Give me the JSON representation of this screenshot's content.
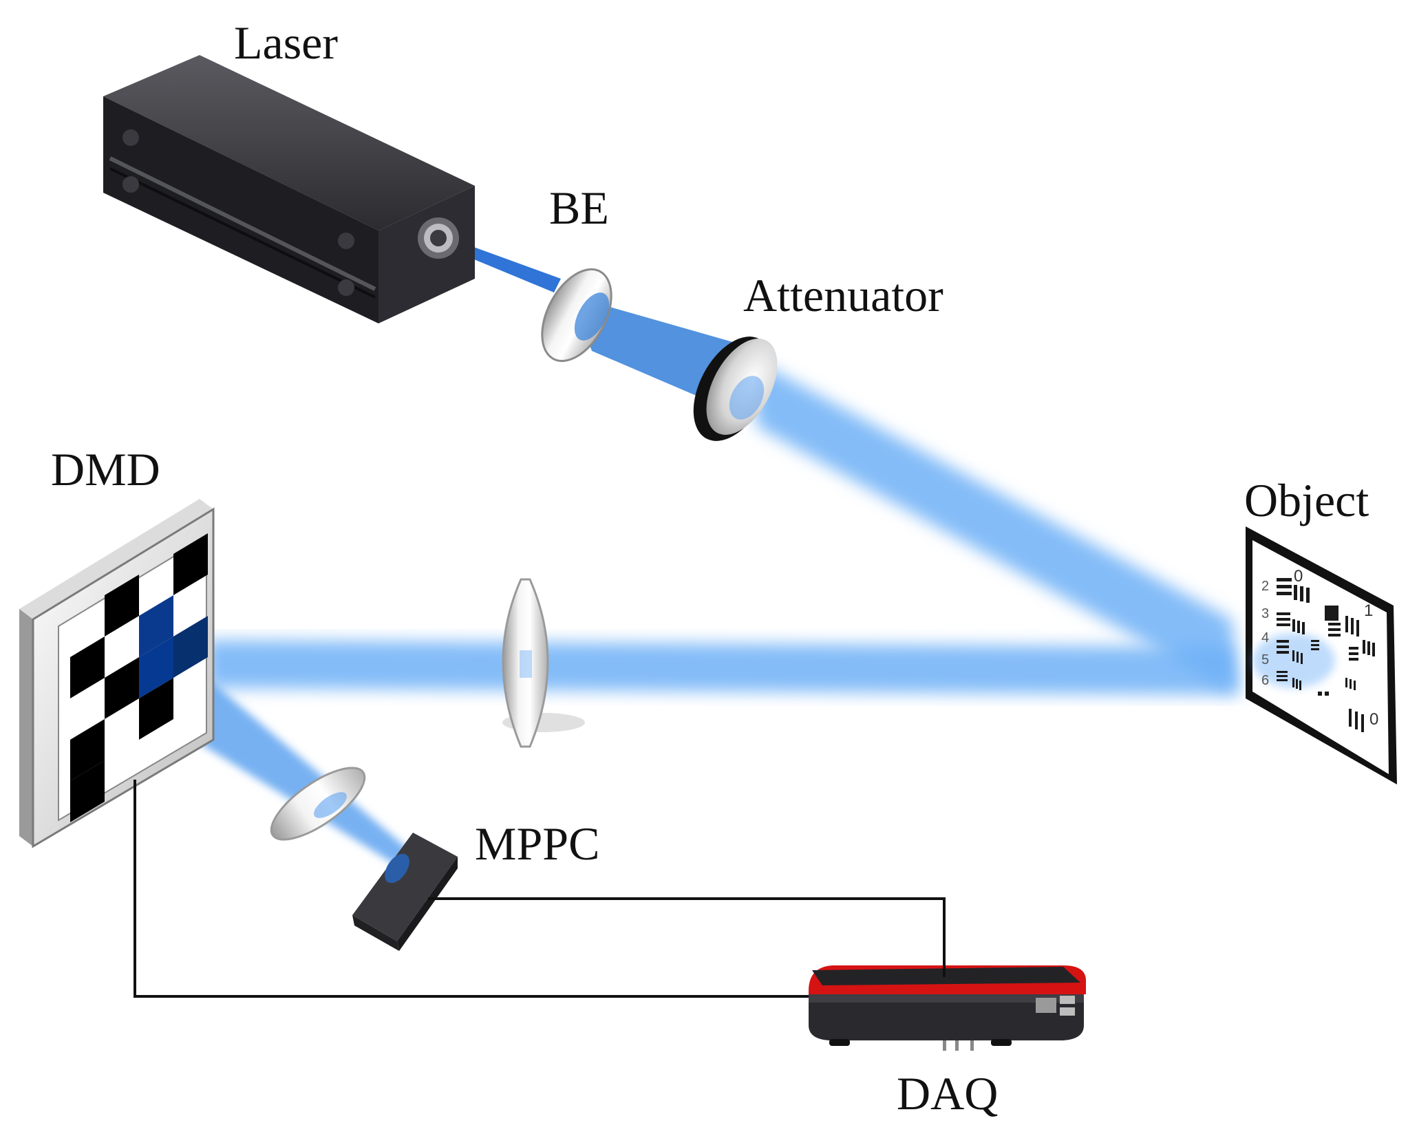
{
  "labels": {
    "laser": "Laser",
    "be": "BE",
    "attenuator": "Attenuator",
    "dmd": "DMD",
    "object": "Object",
    "mppc": "MPPC",
    "daq": "DAQ"
  },
  "target": {
    "group_numbers": [
      "2",
      "3",
      "4",
      "5",
      "6"
    ],
    "top_group": "0",
    "right_group_top": "1",
    "right_group_bottom": "0"
  },
  "colors": {
    "beam": "#5fa3f0",
    "beam_dark": "#3a7fd8",
    "daq_accent": "#e01515",
    "housing": "#2a2a2e"
  }
}
